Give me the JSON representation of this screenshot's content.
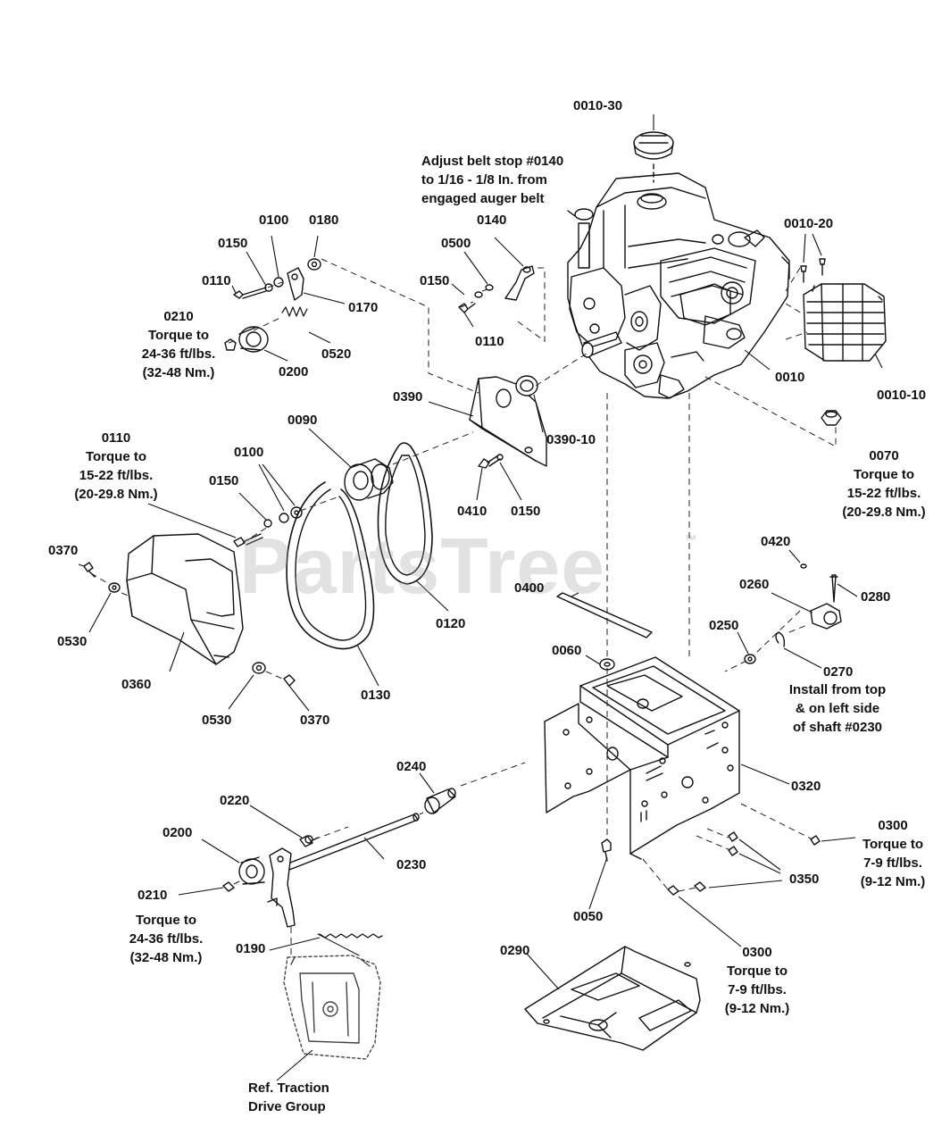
{
  "watermark": "PartsTree",
  "watermark_tm": "™",
  "notes": {
    "belt_stop": [
      "Adjust belt stop #0140",
      "to 1/16 - 1/8 In. from",
      "engaged auger belt"
    ],
    "install_0270": [
      "Install from top",
      "& on left side",
      "of shaft #0230"
    ],
    "ref_traction": [
      "Ref. Traction",
      "Drive Group"
    ]
  },
  "torque": {
    "t0210_top": [
      "0210",
      "Torque to",
      "24-36 ft/lbs.",
      "(32-48 Nm.)"
    ],
    "t0110": [
      "0110",
      "Torque to",
      "15-22 ft/lbs.",
      "(20-29.8 Nm.)"
    ],
    "t0070": [
      "0070",
      "Torque to",
      "15-22 ft/lbs.",
      "(20-29.8 Nm.)"
    ],
    "t0300_right": [
      "0300",
      "Torque to",
      "7-9 ft/lbs.",
      "(9-12 Nm.)"
    ],
    "t0300_bottom": [
      "0300",
      "Torque to",
      "7-9 ft/lbs.",
      "(9-12 Nm.)"
    ],
    "t0210_bottom": [
      "Torque to",
      "24-36 ft/lbs.",
      "(32-48 Nm.)"
    ]
  },
  "parts": {
    "p0010_30": "0010-30",
    "p0010_20": "0010-20",
    "p0010_10": "0010-10",
    "p0010": "0010",
    "p0100_top": "0100",
    "p0180": "0180",
    "p0150_top": "0150",
    "p0110_top": "0110",
    "p0170": "0170",
    "p0520": "0520",
    "p0200_top": "0200",
    "p0500": "0500",
    "p0140": "0140",
    "p0150_mid": "0150",
    "p0110_mid": "0110",
    "p0390": "0390",
    "p0390_10": "0390-10",
    "p0090": "0090",
    "p0100_mid": "0100",
    "p0150_left": "0150",
    "p0410": "0410",
    "p0150_right": "0150",
    "p0370_top": "0370",
    "p0530_top": "0530",
    "p0360": "0360",
    "p0530_bottom": "0530",
    "p0370_bottom": "0370",
    "p0130": "0130",
    "p0120": "0120",
    "p0400": "0400",
    "p0060": "0060",
    "p0420": "0420",
    "p0260": "0260",
    "p0280": "0280",
    "p0250": "0250",
    "p0270": "0270",
    "p0320": "0320",
    "p0240": "0240",
    "p0220": "0220",
    "p0200_bottom": "0200",
    "p0230": "0230",
    "p0210_bottom": "0210",
    "p0190": "0190",
    "p0350": "0350",
    "p0050": "0050",
    "p0290": "0290"
  }
}
